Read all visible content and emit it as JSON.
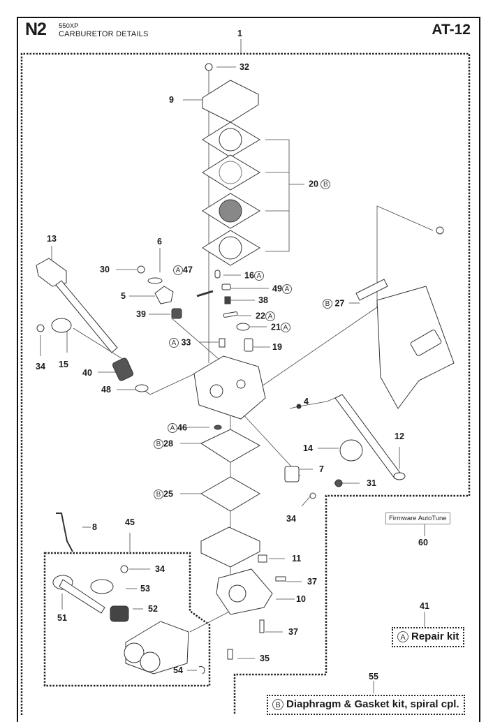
{
  "header": {
    "section_code": "N2",
    "model": "550XP",
    "title": "CARBURETOR DETAILS",
    "page_code": "AT-12"
  },
  "callouts": [
    {
      "number": "1",
      "kit": ""
    },
    {
      "number": "32",
      "kit": ""
    },
    {
      "number": "9",
      "kit": ""
    },
    {
      "number": "20",
      "kit": "B"
    },
    {
      "number": "13",
      "kit": ""
    },
    {
      "number": "6",
      "kit": ""
    },
    {
      "number": "30",
      "kit": ""
    },
    {
      "number": "47",
      "kit": "A"
    },
    {
      "number": "5",
      "kit": ""
    },
    {
      "number": "16",
      "kit": "A"
    },
    {
      "number": "49",
      "kit": "A"
    },
    {
      "number": "38",
      "kit": ""
    },
    {
      "number": "39",
      "kit": ""
    },
    {
      "number": "22",
      "kit": "A"
    },
    {
      "number": "21",
      "kit": "A"
    },
    {
      "number": "27",
      "kit": "B"
    },
    {
      "number": "33",
      "kit": "A"
    },
    {
      "number": "19",
      "kit": ""
    },
    {
      "number": "34",
      "kit": ""
    },
    {
      "number": "15",
      "kit": ""
    },
    {
      "number": "40",
      "kit": ""
    },
    {
      "number": "48",
      "kit": ""
    },
    {
      "number": "4",
      "kit": ""
    },
    {
      "number": "46",
      "kit": "A"
    },
    {
      "number": "28",
      "kit": "B"
    },
    {
      "number": "14",
      "kit": ""
    },
    {
      "number": "12",
      "kit": ""
    },
    {
      "number": "7",
      "kit": ""
    },
    {
      "number": "31",
      "kit": ""
    },
    {
      "number": "25",
      "kit": "B"
    },
    {
      "number": "34",
      "kit": ""
    },
    {
      "number": "8",
      "kit": ""
    },
    {
      "number": "45",
      "kit": ""
    },
    {
      "number": "11",
      "kit": ""
    },
    {
      "number": "34",
      "kit": ""
    },
    {
      "number": "37",
      "kit": ""
    },
    {
      "number": "53",
      "kit": ""
    },
    {
      "number": "10",
      "kit": ""
    },
    {
      "number": "51",
      "kit": ""
    },
    {
      "number": "52",
      "kit": ""
    },
    {
      "number": "37",
      "kit": ""
    },
    {
      "number": "54",
      "kit": ""
    },
    {
      "number": "35",
      "kit": ""
    },
    {
      "number": "60",
      "kit": ""
    },
    {
      "number": "41",
      "kit": ""
    },
    {
      "number": "55",
      "kit": ""
    }
  ],
  "notes": {
    "firmware": "Firmware AutoTune"
  },
  "kits": {
    "repair": {
      "symbol": "A",
      "label": "Repair kit"
    },
    "diaphragm": {
      "symbol": "B",
      "label": "Diaphragm & Gasket kit, spiral cpl."
    }
  }
}
